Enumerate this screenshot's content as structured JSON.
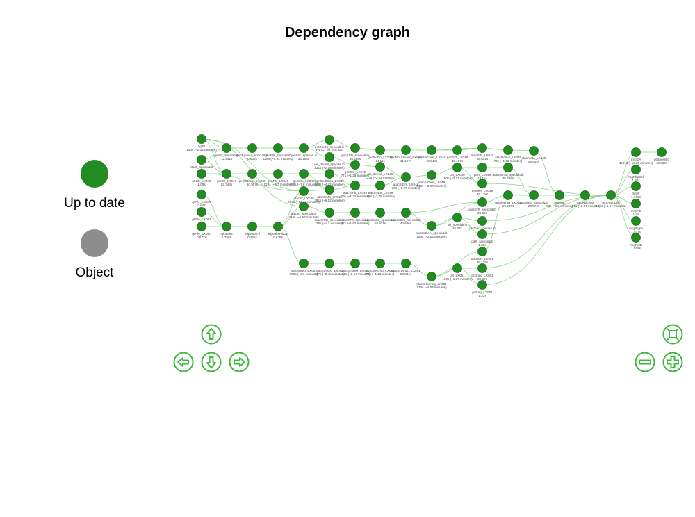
{
  "title": "Dependency graph",
  "legend": {
    "up_to_date": {
      "label": "Up to date",
      "color": "#228b22"
    },
    "object": {
      "label": "Object",
      "color": "#8c8c8c"
    }
  },
  "colors": {
    "node": "#228b22",
    "node_stroke": "#1a6e1a",
    "edge": "#8fd08f",
    "control": "#3cb93c"
  },
  "controls": [
    "up-arrow-icon",
    "left-arrow-icon",
    "down-arrow-icon",
    "right-arrow-icon",
    "fit-icon",
    "zoom-out-icon",
    "zoom-in-icon"
  ],
  "graph": {
    "nodes": [
      {
        "id": "n1",
        "label": "hg38",
        "sub": "140s (~2.33 minutes)"
      },
      {
        "id": "n2",
        "label": "h5Lib_specialLib",
        "sub": "0.68s"
      },
      {
        "id": "n3",
        "label": "h5Lib_LX049",
        "sub": "1.09s"
      },
      {
        "id": "n4",
        "label": "grFile_LX049",
        "sub": "0.64s"
      },
      {
        "id": "n5",
        "label": "grFile_LX051",
        "sub": "1.21s"
      },
      {
        "id": "n6",
        "label": "grFile_LX050",
        "sub": "0.577s"
      },
      {
        "id": "n7",
        "label": "genSr_specialLib",
        "sub": "12.441s"
      },
      {
        "id": "n8",
        "label": "genSr_LX049",
        "sub": "52.749s"
      },
      {
        "id": "n9",
        "label": "atlpeaks",
        "sub": "1.758s"
      },
      {
        "id": "n10",
        "label": "genSrtness_specialLib",
        "sub": "0.408s"
      },
      {
        "id": "n11",
        "label": "genSrtness_LX049",
        "sub": "10.907s"
      },
      {
        "id": "n12",
        "label": "atlpeaksFil",
        "sub": "0.226s"
      },
      {
        "id": "n13",
        "label": "genFltr_specialLib",
        "sub": "116s (~1.93 minutes)"
      },
      {
        "id": "n14",
        "label": "genFltr_LX049",
        "sub": "522s (~8.7 minutes)"
      },
      {
        "id": "n15",
        "label": "atlpeaksFiltOvr",
        "sub": "0.635s"
      },
      {
        "id": "n16",
        "label": "genSsc_specialLib",
        "sub": "36.104s"
      },
      {
        "id": "n17",
        "label": "genSsc_LX049",
        "sub": "468s (~7.8 minutes)"
      },
      {
        "id": "n18",
        "label": "atacSr_LX049",
        "sub": "607s (~10.12 minutes)"
      },
      {
        "id": "n19",
        "label": "atacSr_specialLib",
        "sub": "334s (~5.57 minutes)"
      },
      {
        "id": "n20",
        "label": "atacSrSeg_LX051",
        "sub": "396s (~6.6 minutes)"
      },
      {
        "id": "n21",
        "label": "genNeDn_specialLib",
        "sub": "87s (~1.45 minutes)"
      },
      {
        "id": "n22",
        "label": "vis_demul_specialLib",
        "sub": "131s (~2.18 minutes)"
      },
      {
        "id": "n23",
        "label": "genSedMeta_LX049",
        "sub": "268s (~4.47 minutes)"
      },
      {
        "id": "n24",
        "label": "atacSrMa_LX049",
        "sub": "391s (~6.52 minutes)"
      },
      {
        "id": "n25",
        "label": "atacSrMa_specialLib",
        "sub": "78s (~1.3 minutes)"
      },
      {
        "id": "n26",
        "label": "atacSrNseg_LX051",
        "sub": "147s (~2.45 minutes)"
      },
      {
        "id": "n27",
        "label": "genSSD_specialLib",
        "sub": "16.268s"
      },
      {
        "id": "n28",
        "label": "genSsr_LX049",
        "sub": "77s (~1.28 minutes)"
      },
      {
        "id": "n29",
        "label": "atacSrFlt_LX049",
        "sub": "79s (~1.32 minutes)"
      },
      {
        "id": "n30",
        "label": "atacSrFlt_specialLib",
        "sub": "97s (~1.62 minutes)"
      },
      {
        "id": "n31",
        "label": "atacSrNseg_LX051",
        "sub": "130s (~2.17 minutes)"
      },
      {
        "id": "n32",
        "label": "genNoDn_LX049",
        "sub": "44.11s"
      },
      {
        "id": "n33",
        "label": "vis_demul_LX049",
        "sub": "133s (~2.22 minutes)"
      },
      {
        "id": "n34",
        "label": "atacSrNor_LX049",
        "sub": "105s (~1.75 minutes)"
      },
      {
        "id": "n35",
        "label": "atacSrNor_specialLib",
        "sub": "58.921s"
      },
      {
        "id": "n36",
        "label": "atacSrNcmg_LX051",
        "sub": "75s (~1.25 minutes)"
      },
      {
        "id": "n37",
        "label": "genNoUnmarc_LX049",
        "sub": "11.107s"
      },
      {
        "id": "n38",
        "label": "atacSrDrn_LX049",
        "sub": "76s (~1.27 minutes)"
      },
      {
        "id": "n39",
        "label": "atacSrDrn_specialLib",
        "sub": "40.686s"
      },
      {
        "id": "n40",
        "label": "atacSrDmag_LX051",
        "sub": "53.541s"
      },
      {
        "id": "n41",
        "label": "genNoCorrs_LX049",
        "sub": "40.348s"
      },
      {
        "id": "n42",
        "label": "atacSrGeA_LX049",
        "sub": "538s (~8.97 minutes)"
      },
      {
        "id": "n43",
        "label": "atacSrGeA_specialLib",
        "sub": "123s (~2.05 minutes)"
      },
      {
        "id": "n44",
        "label": "atacSrGeAeg_LX051",
        "sub": "273s (~4.53 minutes)"
      },
      {
        "id": "n45",
        "label": "geSSD_LX049",
        "sub": "40.197s"
      },
      {
        "id": "n46",
        "label": "pB_LX049",
        "sub": "190s (~3.17 minutes)"
      },
      {
        "id": "n47",
        "label": "atacSrR_LX049",
        "sub": "58.691s"
      },
      {
        "id": "n48",
        "label": "paR_LX049",
        "sub": "19.15s"
      },
      {
        "id": "n49",
        "label": "prstrier_LX049",
        "sub": "46.128s"
      },
      {
        "id": "n50",
        "label": "atacSrR_specialLib",
        "sub": "28.68s"
      },
      {
        "id": "n51",
        "label": "pB_specialLib",
        "sub": "46.27s"
      },
      {
        "id": "n52",
        "label": "prstrier_specialLib",
        "sub": "15.17s"
      },
      {
        "id": "n53",
        "label": "paR_specialLib",
        "sub": "1.30s"
      },
      {
        "id": "n54",
        "label": "atacSrR_LX051",
        "sub": "36.135s"
      },
      {
        "id": "n55",
        "label": "pB_LX051",
        "sub": "100s (~1.67 minutes)"
      },
      {
        "id": "n56",
        "label": "prstrieg_LX051",
        "sub": "39.67s"
      },
      {
        "id": "n57",
        "label": "paReg_LX051",
        "sub": "1.23s"
      },
      {
        "id": "n58",
        "label": "atacDemul_LX049",
        "sub": "74s (~1.23 minutes)"
      },
      {
        "id": "n59",
        "label": "atacDemul_specialLib",
        "sub": "28.508s"
      },
      {
        "id": "n60",
        "label": "atacMerag_LX051",
        "sub": "29.296s"
      },
      {
        "id": "n61",
        "label": "atacMeta_LX049",
        "sub": "49.932s"
      },
      {
        "id": "n62",
        "label": "atacMeta_specialLib",
        "sub": "23.974s"
      },
      {
        "id": "n63",
        "label": "mrgAtac",
        "sub": "78s (~1.3 minutes)"
      },
      {
        "id": "n64",
        "label": "mrgAtacNar",
        "sub": "160s (~2.67 minutes)"
      },
      {
        "id": "n65",
        "label": "mrgAtacDim",
        "sub": "100s (~1.67 minutes)"
      },
      {
        "id": "n66",
        "label": "mrgGA",
        "sub": "1131s (~18.85 minutes)"
      },
      {
        "id": "n67",
        "label": "mrgRbpCell",
        "sub": "1.46s"
      },
      {
        "id": "n68",
        "label": "mrgP",
        "sub": "1.706s"
      },
      {
        "id": "n69",
        "label": "mrgPtb",
        "sub": "1.4s"
      },
      {
        "id": "n70",
        "label": "mrgPtype",
        "sub": "1.037s"
      },
      {
        "id": "n71",
        "label": "mrgPeiD",
        "sub": "1.508s"
      },
      {
        "id": "n72",
        "label": "prstrierMrg",
        "sub": "42.862s"
      }
    ],
    "edges": [
      [
        "n1",
        "n7"
      ],
      [
        "n1",
        "n8"
      ],
      [
        "n1",
        "n18"
      ],
      [
        "n1",
        "n19"
      ],
      [
        "n2",
        "n7"
      ],
      [
        "n2",
        "n8"
      ],
      [
        "n3",
        "n8"
      ],
      [
        "n3",
        "n18"
      ],
      [
        "n4",
        "n9"
      ],
      [
        "n5",
        "n9"
      ],
      [
        "n6",
        "n9"
      ],
      [
        "n7",
        "n10"
      ],
      [
        "n8",
        "n11"
      ],
      [
        "n9",
        "n12"
      ],
      [
        "n10",
        "n13"
      ],
      [
        "n11",
        "n14"
      ],
      [
        "n12",
        "n15"
      ],
      [
        "n13",
        "n16"
      ],
      [
        "n14",
        "n17"
      ],
      [
        "n15",
        "n18"
      ],
      [
        "n15",
        "n19"
      ],
      [
        "n15",
        "n20"
      ],
      [
        "n16",
        "n21"
      ],
      [
        "n16",
        "n22"
      ],
      [
        "n17",
        "n23"
      ],
      [
        "n17",
        "n24"
      ],
      [
        "n18",
        "n24"
      ],
      [
        "n19",
        "n25"
      ],
      [
        "n20",
        "n26"
      ],
      [
        "n21",
        "n27"
      ],
      [
        "n22",
        "n28"
      ],
      [
        "n23",
        "n29"
      ],
      [
        "n24",
        "n29"
      ],
      [
        "n25",
        "n30"
      ],
      [
        "n26",
        "n31"
      ],
      [
        "n27",
        "n32"
      ],
      [
        "n28",
        "n33"
      ],
      [
        "n29",
        "n34"
      ],
      [
        "n30",
        "n35"
      ],
      [
        "n31",
        "n36"
      ],
      [
        "n32",
        "n37"
      ],
      [
        "n33",
        "n38"
      ],
      [
        "n34",
        "n38"
      ],
      [
        "n35",
        "n39"
      ],
      [
        "n36",
        "n40"
      ],
      [
        "n37",
        "n41"
      ],
      [
        "n38",
        "n42"
      ],
      [
        "n39",
        "n43"
      ],
      [
        "n40",
        "n44"
      ],
      [
        "n41",
        "n45"
      ],
      [
        "n42",
        "n46"
      ],
      [
        "n41",
        "n47"
      ],
      [
        "n45",
        "n47"
      ],
      [
        "n46",
        "n48"
      ],
      [
        "n46",
        "n49"
      ],
      [
        "n43",
        "n50"
      ],
      [
        "n43",
        "n51"
      ],
      [
        "n51",
        "n52"
      ],
      [
        "n51",
        "n53"
      ],
      [
        "n44",
        "n54"
      ],
      [
        "n44",
        "n55"
      ],
      [
        "n55",
        "n56"
      ],
      [
        "n55",
        "n57"
      ],
      [
        "n47",
        "n58"
      ],
      [
        "n48",
        "n59"
      ],
      [
        "n39",
        "n50"
      ],
      [
        "n50",
        "n60"
      ],
      [
        "n54",
        "n60"
      ],
      [
        "n58",
        "n61"
      ],
      [
        "n59",
        "n62"
      ],
      [
        "n60",
        "n62"
      ],
      [
        "n61",
        "n63"
      ],
      [
        "n62",
        "n63"
      ],
      [
        "n63",
        "n64"
      ],
      [
        "n64",
        "n65"
      ],
      [
        "n65",
        "n66"
      ],
      [
        "n65",
        "n67"
      ],
      [
        "n65",
        "n68"
      ],
      [
        "n65",
        "n69"
      ],
      [
        "n65",
        "n70"
      ],
      [
        "n65",
        "n71"
      ],
      [
        "n66",
        "n72"
      ],
      [
        "n49",
        "n65"
      ],
      [
        "n52",
        "n65"
      ],
      [
        "n53",
        "n65"
      ],
      [
        "n56",
        "n65"
      ],
      [
        "n57",
        "n65"
      ]
    ]
  }
}
